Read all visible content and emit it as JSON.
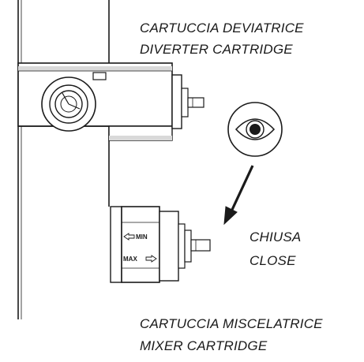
{
  "labels": {
    "diverter_it": "CARTUCCIA DEVIATRICE",
    "diverter_en": "DIVERTER CARTRIDGE",
    "state_it": "CHIUSA",
    "state_en": "CLOSE",
    "mixer_it": "CARTUCCIA MISCELATRICE",
    "mixer_en": "MIXER CARTRIDGE"
  },
  "cartridge_marks": {
    "min": "MIN",
    "max": "MAX"
  },
  "icons": {
    "eye": "eye-icon",
    "arrow": "arrow-down-left-icon"
  },
  "colors": {
    "stroke": "#1a1a1a",
    "fill": "#ffffff",
    "shadow": "#d9d9d9"
  }
}
